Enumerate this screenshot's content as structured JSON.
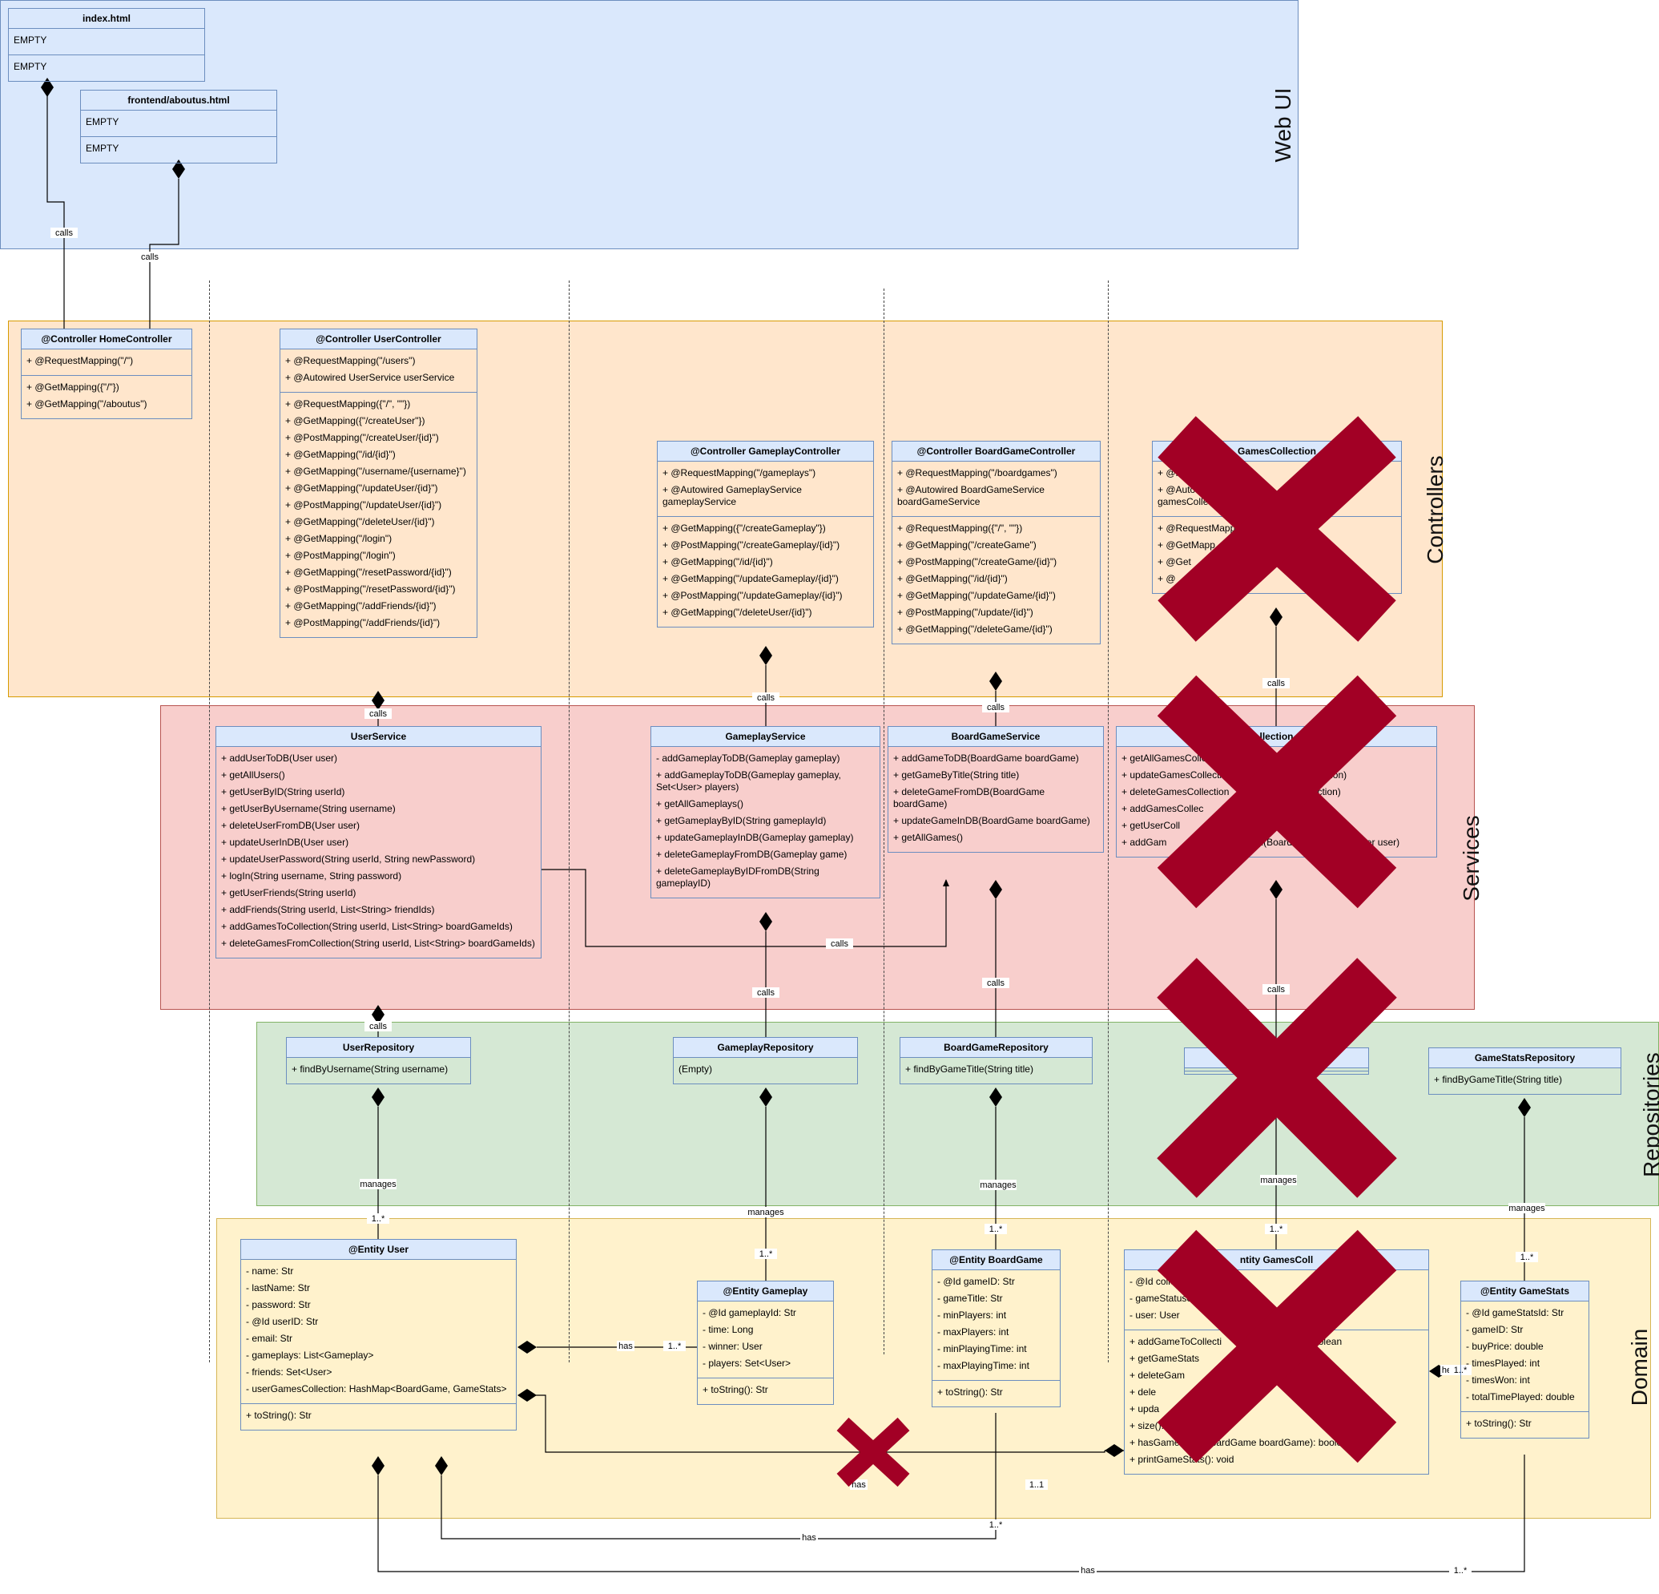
{
  "layers": {
    "web_ui": "Web UI",
    "controllers": "Controllers",
    "services": "Services",
    "repositories": "Repositories",
    "domain": "Domain"
  },
  "colors": {
    "web_ui_fill": "#dae8fc",
    "web_ui_stroke": "#6c8ebf",
    "controllers_fill": "#ffe6cc",
    "controllers_stroke": "#d79b00",
    "services_fill": "#f8cecc",
    "services_stroke": "#b85450",
    "repositories_fill": "#d5e8d4",
    "repositories_stroke": "#82b366",
    "domain_fill": "#fff2cc",
    "domain_stroke": "#d6b656",
    "class_header": "#dae8fc",
    "class_stroke": "#6c8ebf",
    "cross_mark": "#a20025"
  },
  "classes": {
    "index_html": {
      "title": "index.html",
      "sections": [
        [
          "EMPTY"
        ],
        [
          "EMPTY"
        ]
      ]
    },
    "aboutus_html": {
      "title": "frontend/aboutus.html",
      "sections": [
        [
          "EMPTY"
        ],
        [
          "EMPTY"
        ]
      ]
    },
    "home_controller": {
      "title": "@Controller HomeController",
      "sections": [
        [
          "+ @RequestMapping(\"/\")"
        ],
        [
          "+ @GetMapping({\"/\"})",
          "+ @GetMapping(\"/aboutus\")"
        ]
      ]
    },
    "user_controller": {
      "title": "@Controller UserController",
      "sections": [
        [
          "+ @RequestMapping(\"/users\")",
          "+ @Autowired UserService userService"
        ],
        [
          "+ @RequestMapping({\"/\", \"\"})",
          "+ @GetMapping({\"/createUser\"})",
          "+ @PostMapping(\"/createUser/{id}\")",
          "+ @GetMapping(\"/id/{id}\")",
          "+ @GetMapping(\"/username/{username}\")",
          "+ @GetMapping(\"/updateUser/{id}\")",
          "+ @PostMapping(\"/updateUser/{id}\")",
          "+ @GetMapping(\"/deleteUser/{id}\")",
          "+ @GetMapping(\"/login\")",
          "+ @PostMapping(\"/login\")",
          "+ @GetMapping(\"/resetPassword/{id}\")",
          "+ @PostMapping(\"/resetPassword/{id}\")",
          "+ @GetMapping(\"/addFriends/{id}\")",
          "+ @PostMapping(\"/addFriends/{id}\")"
        ]
      ]
    },
    "gameplay_controller": {
      "title": "@Controller GameplayController",
      "sections": [
        [
          "+ @RequestMapping(\"/gameplays\")",
          "+ @Autowired GameplayService\ngameplayService"
        ],
        [
          "+ @GetMapping({\"/createGameplay\"})",
          "+ @PostMapping(\"/createGameplay/{id}\")",
          "+ @GetMapping(\"/id/{id}\")",
          "+ @GetMapping(\"/updateGameplay/{id}\")",
          "+ @PostMapping(\"/updateGameplay/{id}\")",
          "+ @GetMapping(\"/deleteUser/{id}\")"
        ]
      ]
    },
    "boardgame_controller": {
      "title": "@Controller BoardGameController",
      "sections": [
        [
          "+ @RequestMapping(\"/boardgames\")",
          "+ @Autowired BoardGameService\nboardGameService"
        ],
        [
          "+ @RequestMapping({\"/\", \"\"})",
          "+ @GetMapping(\"/createGame\")",
          "+ @PostMapping(\"/createGame/{id}\")",
          "+ @GetMapping(\"/id/{id}\")",
          "+ @GetMapping(\"/updateGame/{id}\")",
          "+ @PostMapping(\"/update/{id}\")",
          "+ @GetMapping(\"/deleteGame/{id}\")"
        ]
      ]
    },
    "gamescollection_controller": {
      "title": "GamesCollection",
      "sections": [
        [
          "+ @R",
          "+ @Autowi\ngamesCollecti"
        ],
        [
          "+ @RequestMapp",
          "+ @GetMapp",
          "+ @Get",
          "+ @"
        ]
      ]
    },
    "user_service": {
      "title": "UserService",
      "sections": [
        [
          "+ addUserToDB(User user)",
          "+ getAllUsers()",
          "+ getUserByID(String userId)",
          "+ getUserByUsername(String username)",
          "+ deleteUserFromDB(User user)",
          "+ updateUserInDB(User user)",
          "+ updateUserPassword(String userId, String newPassword)",
          "+ logIn(String username, String password)",
          "+ getUserFriends(String userId)",
          "+ addFriends(String userId, List<String> friendIds)",
          "+ addGamesToCollection(String userId, List<String> boardGameIds)",
          "+ deleteGamesFromCollection(String userId, List<String> boardGameIds)"
        ]
      ]
    },
    "gameplay_service": {
      "title": "GameplayService",
      "sections": [
        [
          "- addGameplayToDB(Gameplay gameplay)",
          "+ addGameplayToDB(Gameplay gameplay,\nSet<User> players)",
          "+ getAllGameplays()",
          "+ getGameplayByID(String gameplayId)",
          "+ updateGameplayInDB(Gameplay gameplay)",
          "+ deleteGameplayFromDB(Gameplay game)",
          "+ deleteGameplayByIDFromDB(String gameplayID)"
        ]
      ]
    },
    "boardgame_service": {
      "title": "BoardGameService",
      "sections": [
        [
          "+ addGameToDB(BoardGame boardGame)",
          "+ getGameByTitle(String title)",
          "+ deleteGameFromDB(BoardGame boardGame)",
          "+ updateGameInDB(BoardGame boardGame)",
          "+ getAllGames()"
        ]
      ]
    },
    "gamescollection_service": {
      "title": "llection",
      "sections": [
        [
          "+ getAllGamesCollec",
          "+ updateGamesCollection            n gamesCollection)",
          "+ deleteGamesCollection           n gamesCollection)",
          "+ addGamesCollec                        Collection)",
          "+ getUserColl                             serId)",
          "+ addGam                         llection(BoardGa                       er user)"
        ]
      ]
    },
    "user_repository": {
      "title": "UserRepository",
      "sections": [
        [
          "+ findByUsername(String username)"
        ]
      ]
    },
    "gameplay_repository": {
      "title": "GameplayRepository",
      "sections": [
        [
          "(Empty)"
        ]
      ]
    },
    "boardgame_repository": {
      "title": "BoardGameRepository",
      "sections": [
        [
          "+ findByGameTitle(String title)"
        ]
      ]
    },
    "gamescollection_repository": {
      "title": "Ga                               y",
      "sections": [
        [],
        []
      ]
    },
    "gamestats_repository": {
      "title": "GameStatsRepository",
      "sections": [
        [
          "+ findByGameTitle(String title)"
        ]
      ]
    },
    "entity_user": {
      "title": "@Entity User",
      "sections": [
        [
          "- name: Str",
          "- lastName: Str",
          "- password: Str",
          "- @Id userID: Str",
          "- email: Str",
          "- gameplays: List<Gameplay>",
          "- friends: Set<User>",
          "- userGamesCollection: HashMap<BoardGame, GameStats>"
        ],
        [
          "+ toString(): Str"
        ]
      ]
    },
    "entity_gameplay": {
      "title": "@Entity Gameplay",
      "sections": [
        [
          "- @Id gameplayId: Str",
          "- time: Long",
          "- winner: User",
          "- players: Set<User>"
        ],
        [
          "+ toString(): Str"
        ]
      ]
    },
    "entity_boardgame": {
      "title": "@Entity BoardGame",
      "sections": [
        [
          "- @Id gameID: Str",
          "- gameTitle: Str",
          "- minPlayers: int",
          "- maxPlayers: int",
          "- minPlayingTime: int",
          "- maxPlayingTime: int"
        ],
        [
          "+ toString(): Str"
        ]
      ]
    },
    "entity_gamescollection": {
      "title": "ntity GamesColl",
      "sections": [
        [
          "- @Id colle",
          "- gameStatuses                                    s>",
          "- user: User"
        ],
        [
          "+ addGameToCollecti                        me): boolean",
          "+ getGameStats                              Stats",
          "+ deleteGam                               BoardGame",
          "+ dele",
          "+ upda                  : void",
          "+ size(): int",
          "+ hasGameStats(BoardGame boardGame): boolean",
          "+ printGameStats(): void"
        ]
      ]
    },
    "entity_gamestats": {
      "title": "@Entity GameStats",
      "sections": [
        [
          "- @Id gameStatsId: Str",
          "- gameID: Str",
          "- buyPrice: double",
          "- timesPlayed: int",
          "- timesWon: int",
          "- totalTimePlayed: double"
        ],
        [
          "+ toString(): Str"
        ]
      ]
    }
  },
  "edge_labels": {
    "calls": "calls",
    "manages": "manages",
    "has": "has",
    "one_many": "1..*",
    "one_one": "1..1",
    "has_partial": "he"
  },
  "cross_marks": [
    "controller-cross",
    "service-cross",
    "repository-cross",
    "entity-cross",
    "small-cross"
  ]
}
